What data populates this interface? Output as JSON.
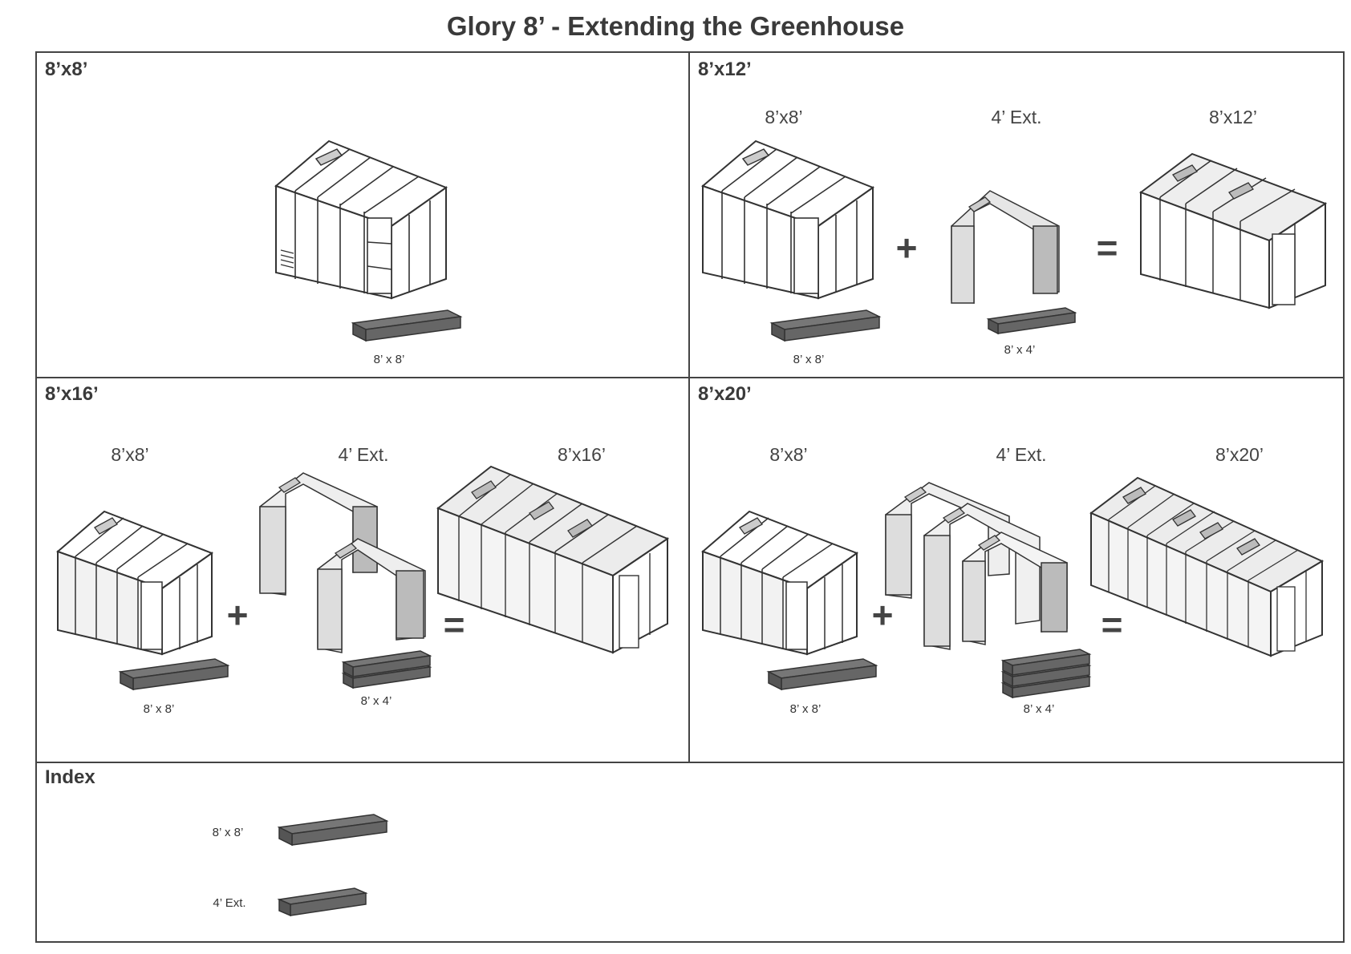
{
  "title": "Glory 8’ - Extending the Greenhouse",
  "panels": {
    "p1": {
      "heading": "8’x8’",
      "base_label": "8’ x 8’"
    },
    "p2": {
      "heading": "8’x12’",
      "col1": "8’x8’",
      "col2": "4’ Ext.",
      "col3": "8’x12’",
      "base1": "8’ x 8’",
      "base2": "8’ x 4’"
    },
    "p3": {
      "heading": "8’x16’",
      "col1": "8’x8’",
      "col2": "4’ Ext.",
      "col3": "8’x16’",
      "base1": "8’ x 8’",
      "base2": "8’ x 4’"
    },
    "p4": {
      "heading": "8’x20’",
      "col1": "8’x8’",
      "col2": "4’ Ext.",
      "col3": "8’x20’",
      "base1": "8’ x 8’",
      "base2": "8’ x 4’"
    }
  },
  "operators": {
    "plus": "+",
    "equals": "="
  },
  "index": {
    "heading": "Index",
    "items": [
      {
        "label": "8’ x 8’"
      },
      {
        "label": "4’ Ext."
      }
    ]
  }
}
